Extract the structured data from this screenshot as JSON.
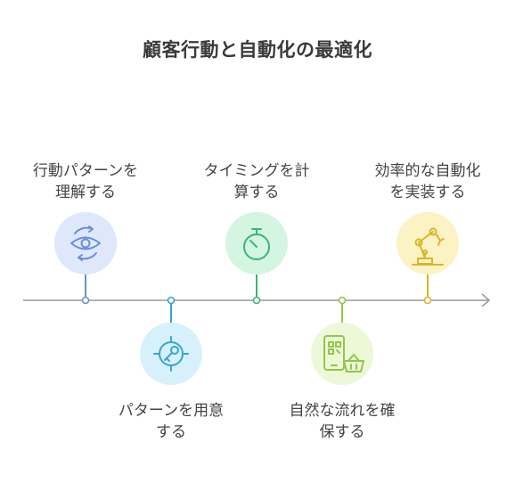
{
  "title": "顧客行動と自動化の最適化",
  "steps": [
    {
      "line1": "行動パターンを",
      "line2": "理解する",
      "icon": "eye-cycle-icon",
      "color": "#6a8fd6",
      "bg": "#dfe7fb"
    },
    {
      "line1": "パターンを用意",
      "line2": "する",
      "icon": "target-key-icon",
      "color": "#3aa6c9",
      "bg": "#d6f1fb"
    },
    {
      "line1": "タイミングを計",
      "line2": "算する",
      "icon": "stopwatch-icon",
      "color": "#3bb575",
      "bg": "#d4f5e2"
    },
    {
      "line1": "自然な流れを確",
      "line2": "保する",
      "icon": "phone-basket-icon",
      "color": "#93c64a",
      "bg": "#ecf8d7"
    },
    {
      "line1": "効率的な自動化",
      "line2": "を実装する",
      "icon": "robot-arm-icon",
      "color": "#d9b52b",
      "bg": "#fcf3c4"
    }
  ]
}
